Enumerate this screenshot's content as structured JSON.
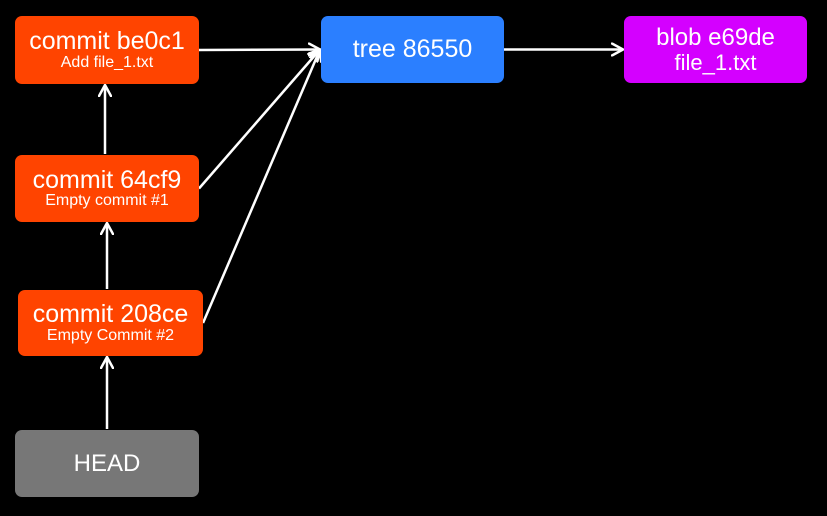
{
  "colors": {
    "background": "#000000",
    "commit": "#ff4400",
    "head": "#777777",
    "tree": "#2b7fff",
    "blob": "#d400ff",
    "edge": "#ffffff"
  },
  "nodes": {
    "commit1": {
      "title": "commit be0c1",
      "subtitle": "Add file_1.txt"
    },
    "commit2": {
      "title": "commit 64cf9",
      "subtitle": "Empty commit #1"
    },
    "commit3": {
      "title": "commit 208ce",
      "subtitle": "Empty Commit #2"
    },
    "head": {
      "title": "HEAD"
    },
    "tree": {
      "title": "tree 86550"
    },
    "blob": {
      "title": "blob e69de",
      "subtitle": "file_1.txt"
    }
  },
  "edges": [
    {
      "from": "head",
      "to": "commit3"
    },
    {
      "from": "commit3",
      "to": "commit2"
    },
    {
      "from": "commit2",
      "to": "commit1"
    },
    {
      "from": "commit1",
      "to": "tree"
    },
    {
      "from": "commit2",
      "to": "tree"
    },
    {
      "from": "commit3",
      "to": "tree"
    },
    {
      "from": "tree",
      "to": "blob"
    }
  ]
}
